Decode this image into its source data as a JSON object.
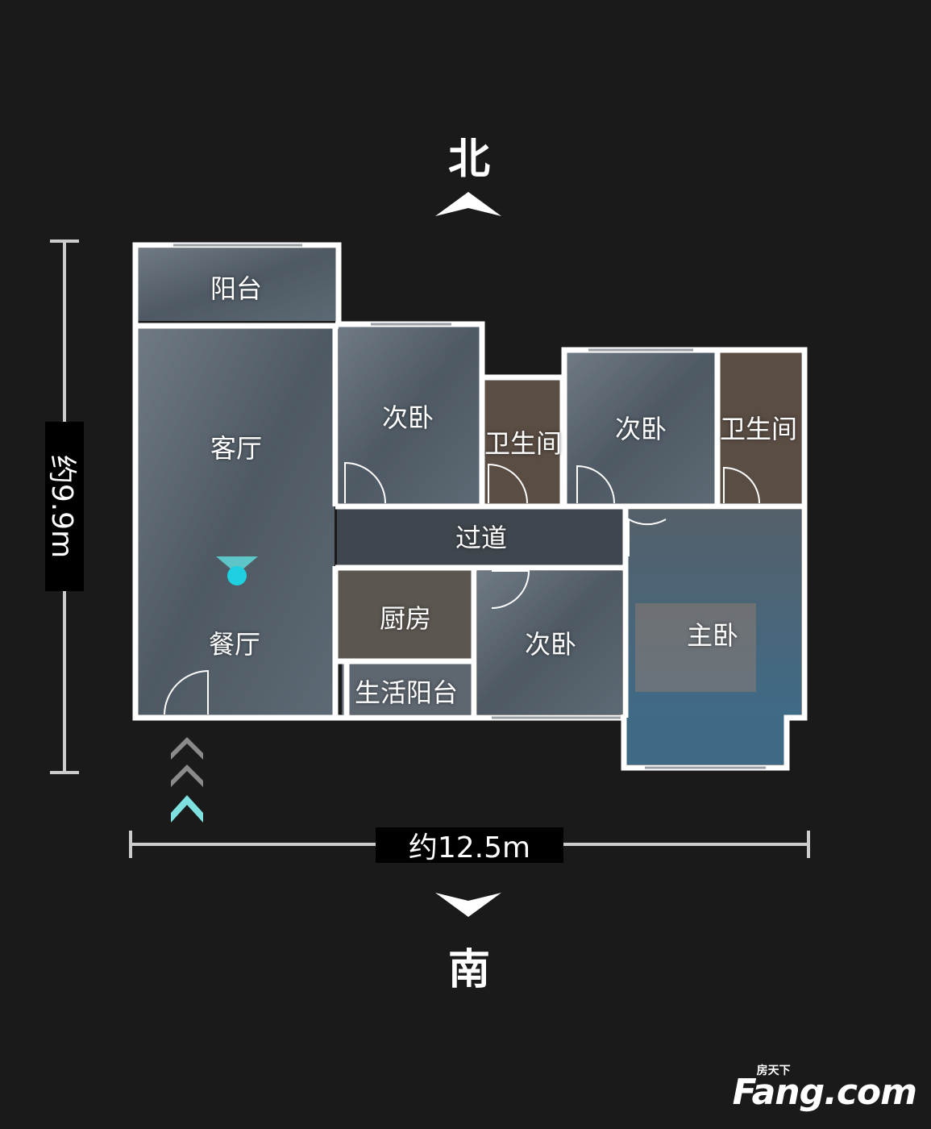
{
  "compass": {
    "north": "北",
    "south": "南"
  },
  "dimensions": {
    "height": "约9.9m",
    "width": "约12.5m"
  },
  "rooms": {
    "balcony": "阳台",
    "living_room": "客厅",
    "dining_room": "餐厅",
    "bedroom_2a": "次卧",
    "bathroom_a": "卫生间",
    "bedroom_2b": "次卧",
    "bathroom_b": "卫生间",
    "corridor": "过道",
    "kitchen": "厨房",
    "utility_balcony": "生活阳台",
    "bedroom_2c": "次卧",
    "master_bedroom": "主卧"
  },
  "watermark": {
    "brand": "Fang.com",
    "brand_cn": "房天下"
  },
  "colors": {
    "background": "#1a1a1a",
    "wall": "#ffffff",
    "floor": "#5b6670",
    "entrance_accent": "#5fd8d8"
  }
}
